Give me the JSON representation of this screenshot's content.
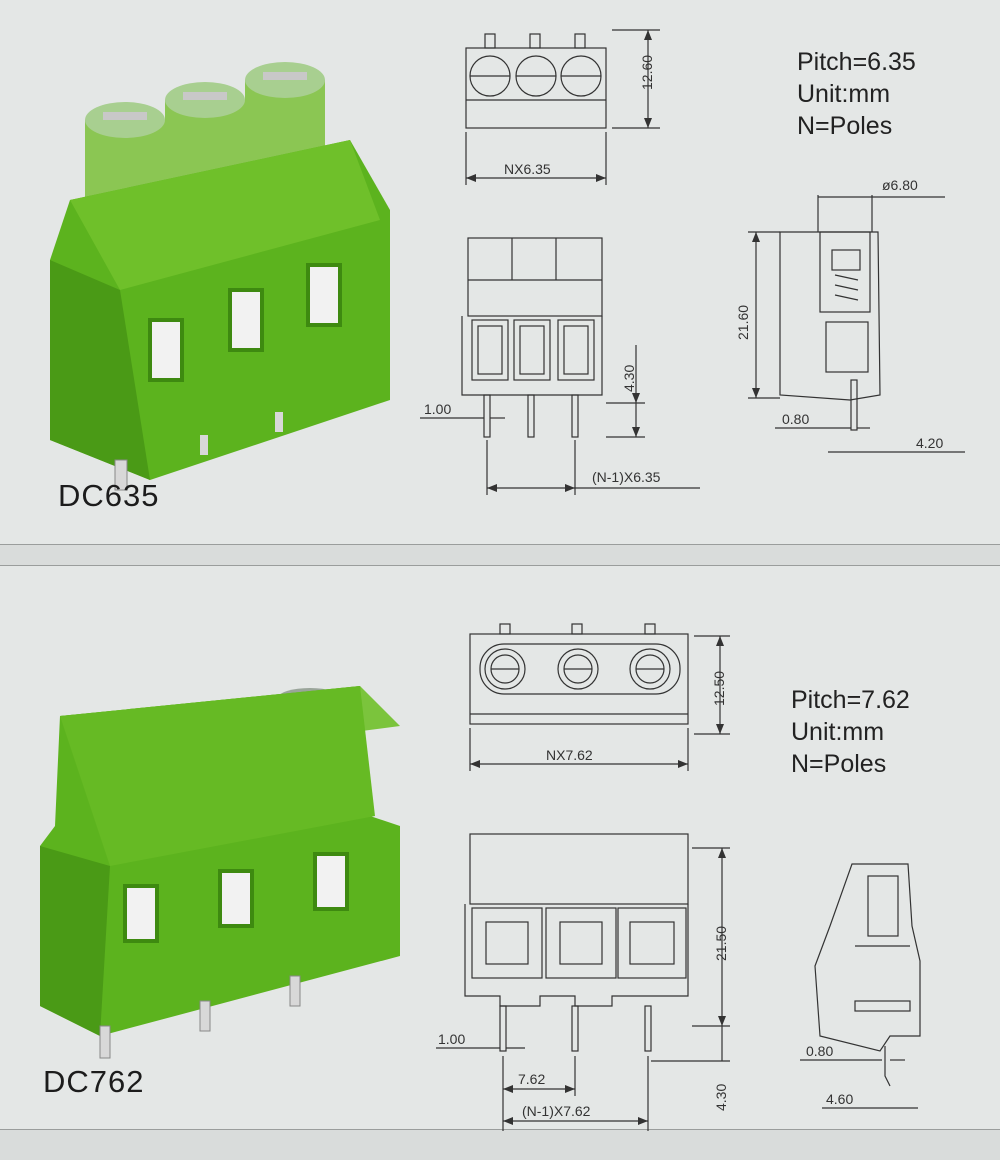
{
  "products": [
    {
      "model": "DC635",
      "pitch": "Pitch=6.35",
      "unit": "Unit:mm",
      "poles": "N=Poles",
      "dims": {
        "height_top": "12.60",
        "width": "NX6.35",
        "diameter": "ø6.80",
        "height_side": "21.60",
        "pin_height": "4.30",
        "pin_width": "1.00",
        "pin_pitch": "(N-1)X6.35",
        "pin_thick": "0.80",
        "pin_offset": "4.20"
      }
    },
    {
      "model": "DC762",
      "pitch": "Pitch=7.62",
      "unit": "Unit:mm",
      "poles": "N=Poles",
      "dims": {
        "height_top": "12.50",
        "width": "NX7.62",
        "height_front": "21.50",
        "pin_width": "1.00",
        "pitch": "7.62",
        "pin_pitch": "(N-1)X7.62",
        "pin_height": "4.30",
        "pin_thick": "0.80",
        "pin_offset": "4.60"
      }
    }
  ],
  "colors": {
    "terminal_green": "#5cb31e",
    "background": "#e4e7e6"
  }
}
